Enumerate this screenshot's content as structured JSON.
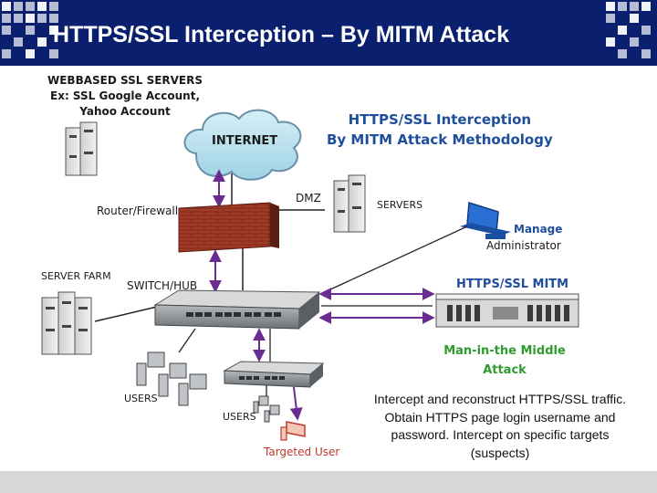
{
  "slide": {
    "title": "HTTPS/SSL Interception – By MITM Attack"
  },
  "diagram": {
    "webservers_label": [
      "WEBBASED SSL SERVERS",
      "Ex: SSL Google Account,",
      "Yahoo Account"
    ],
    "internet_label": "INTERNET",
    "heading": [
      "HTTPS/SSL Interception",
      "By MITM Attack Methodology"
    ],
    "router_label": "Router/Firewall",
    "dmz_label": "DMZ",
    "servers_label": "SERVERS",
    "manage_label": "Manage",
    "administrator_label": "Administrator",
    "server_farm_label": "SERVER FARM",
    "switch_label": "SWITCH/HUB",
    "mitm_label": "HTTPS/SSL MITM",
    "mitm_attack_label": [
      "Man-in-the Middle",
      "Attack"
    ],
    "users_label_1": "USERS",
    "users_label_2": "USERS",
    "targeted_user_label": "Targeted User",
    "note": "Intercept and reconstruct HTTPS/SSL traffic. Obtain HTTPS page login username and password. Intercept on specific targets (suspects)"
  },
  "colors": {
    "header_bg": "#0a1f6e",
    "heading_blue": "#1f4e9c",
    "mitm_green": "#2e9b2e",
    "manage_blue": "#1f4e9c",
    "targeted_red": "#c0392b",
    "arrow_purple": "#6a2c91"
  }
}
